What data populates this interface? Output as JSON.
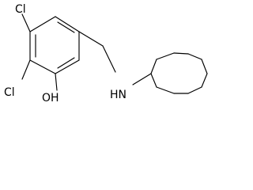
{
  "structure": {
    "atom_labels": {
      "cl_top": "Cl",
      "cl_bottom": "Cl",
      "hydroxyl": "OH",
      "amine": "HN"
    },
    "colors": {
      "bond": "#000000",
      "label": "#000000",
      "background": "#ffffff"
    }
  }
}
